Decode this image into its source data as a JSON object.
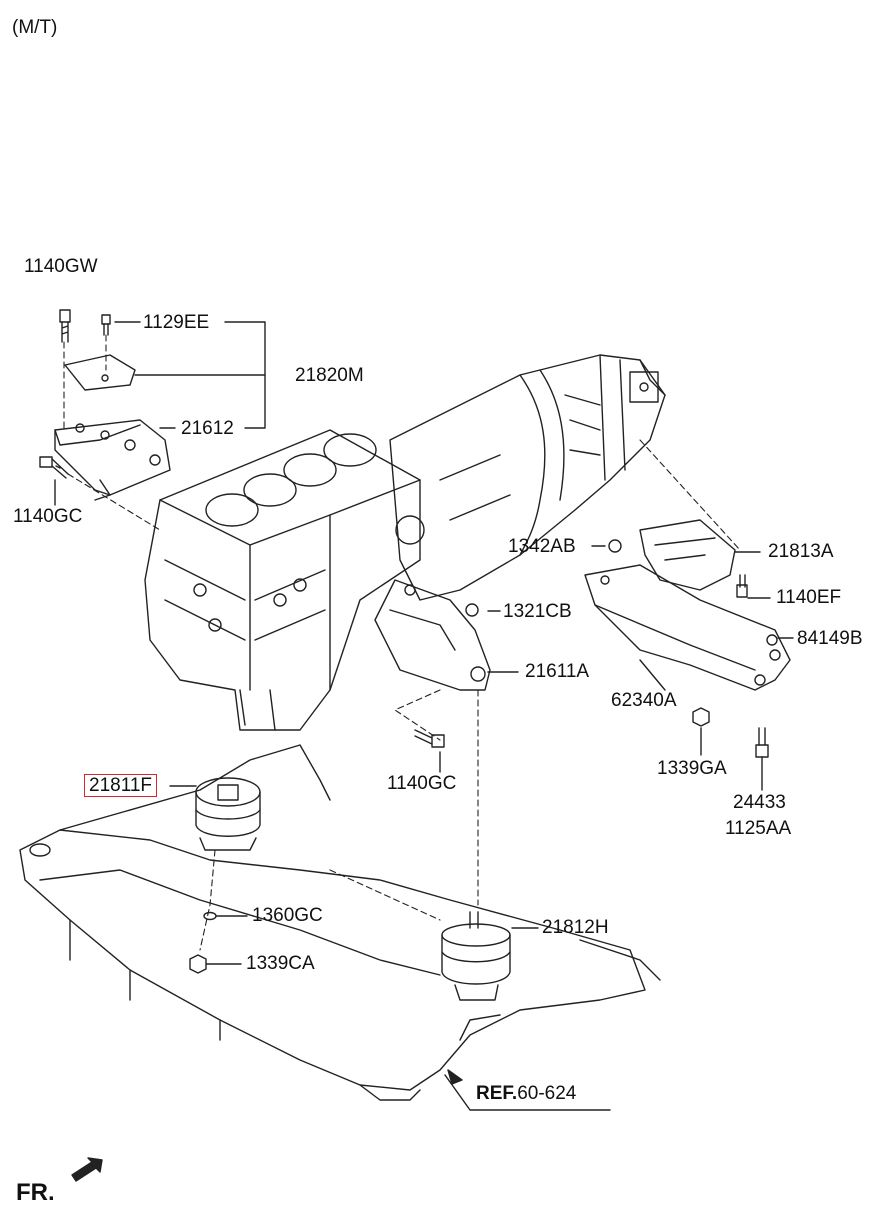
{
  "header": {
    "variant": "(M/T)"
  },
  "colors": {
    "line": "#222222",
    "highlight": "#d9262b",
    "background": "#ffffff"
  },
  "callouts": {
    "p1140GW": "1140GW",
    "p1129EE": "1129EE",
    "p21820M": "21820M",
    "p21612": "21612",
    "p1140GC_a": "1140GC",
    "p1342AB": "1342AB",
    "p21813A": "21813A",
    "p1140EF": "1140EF",
    "p1321CB": "1321CB",
    "p84149B": "84149B",
    "p21611A": "21611A",
    "p62340A": "62340A",
    "p1140GC_b": "1140GC",
    "p1339GA": "1339GA",
    "p24433": "24433",
    "p1125AA": "1125AA",
    "p21811F": "21811F",
    "p1360GC": "1360GC",
    "p21812H": "21812H",
    "p1339CA": "1339CA"
  },
  "highlighted_part": "21811F",
  "reference": {
    "prefix": "REF.",
    "number": "60-624"
  },
  "front_indicator": "FR."
}
